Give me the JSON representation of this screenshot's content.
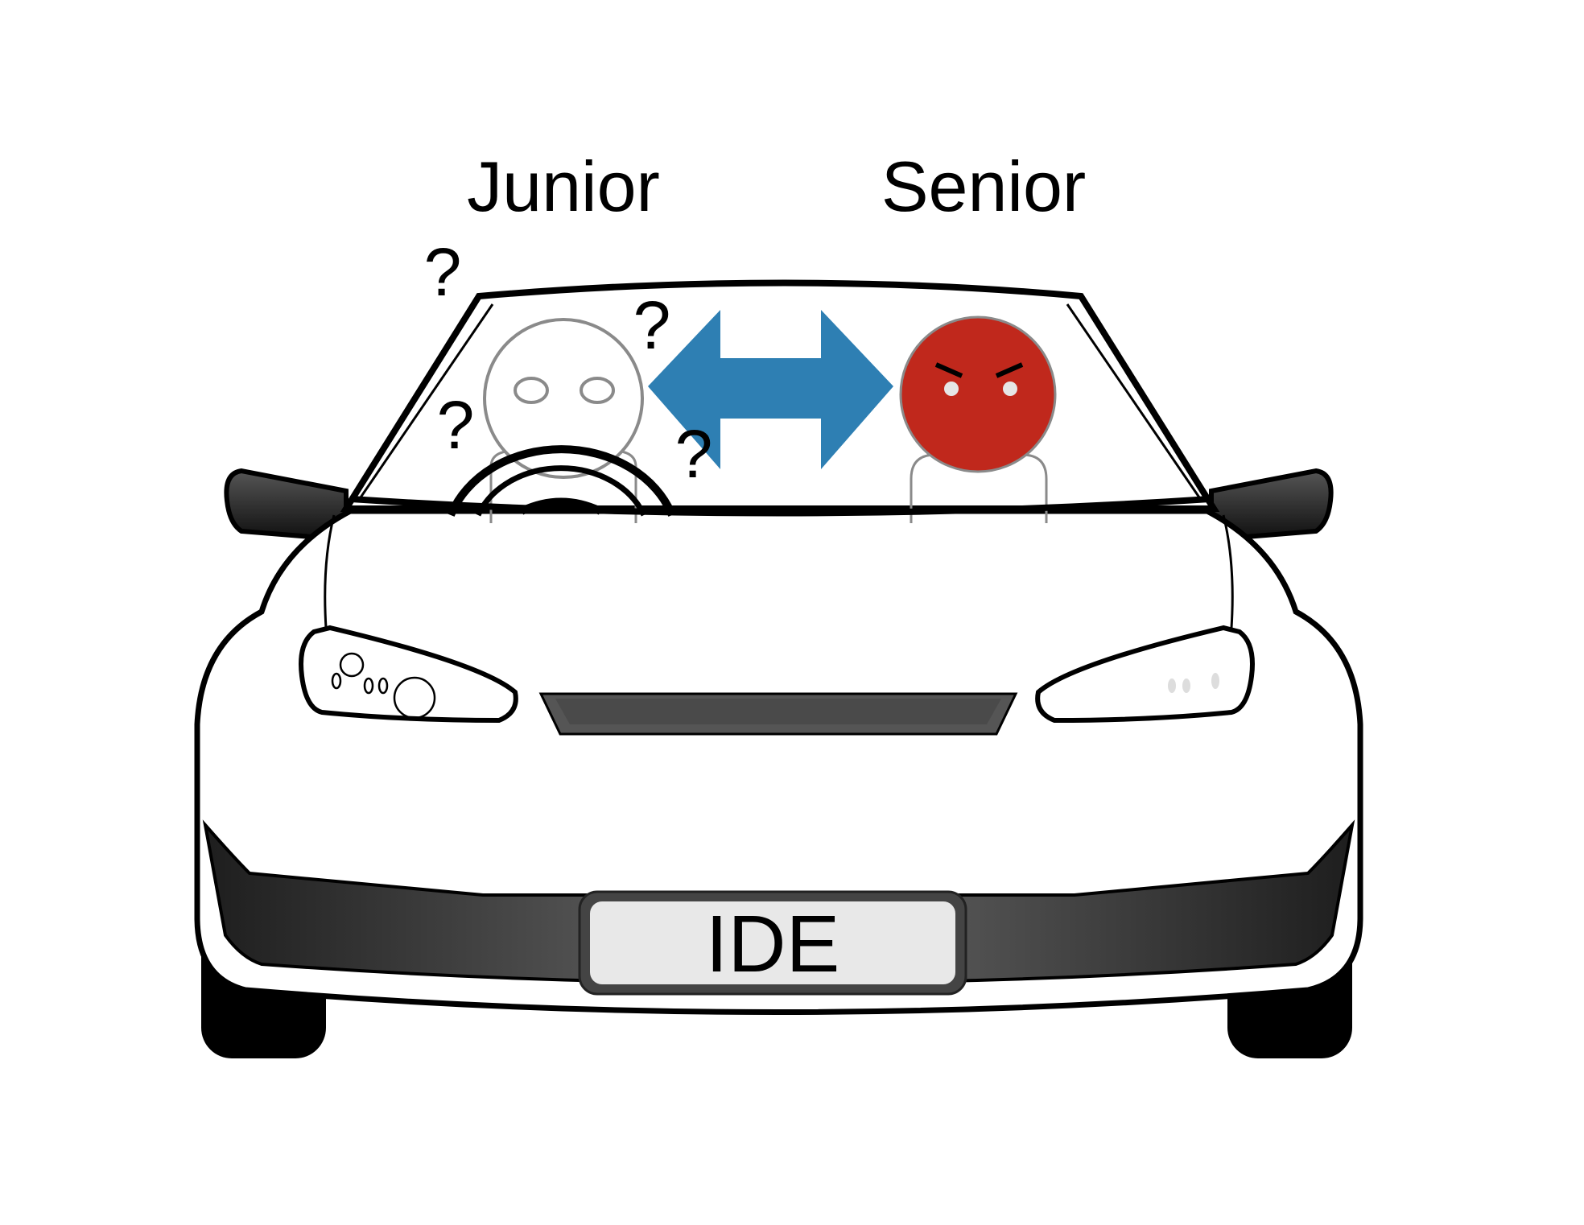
{
  "labels": {
    "junior": "Junior",
    "senior": "Senior",
    "plate": "IDE",
    "question_mark": "?"
  },
  "colors": {
    "senior_face": "#c0281c",
    "arrow": "#2e7fb3",
    "car_body": "#ffffff",
    "outline": "#000000",
    "junior_outline": "#8a8a8a",
    "grille": "#555555",
    "bumper": "#3a3a3a"
  },
  "icons": {
    "junior": "confused-face-icon",
    "senior": "angry-face-icon",
    "arrow": "double-arrow-icon",
    "wheel": "steering-wheel-icon"
  }
}
